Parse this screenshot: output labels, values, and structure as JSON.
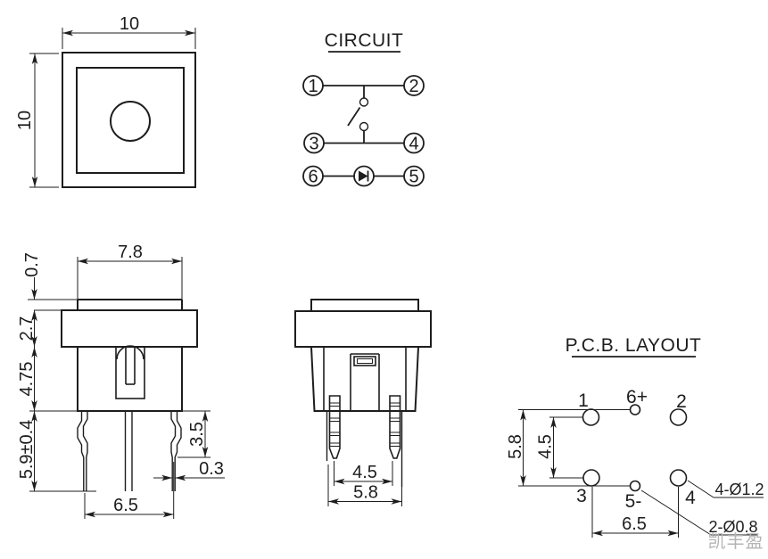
{
  "meta": {
    "background": "#ffffff",
    "line_color": "#1d1d1d",
    "watermark_color": "#b4b4b4"
  },
  "top_view": {
    "dim_width": "10",
    "dim_height": "10"
  },
  "circuit": {
    "title": "CIRCUIT",
    "t1": "1",
    "t2": "2",
    "t3": "3",
    "t4": "4",
    "t5": "5",
    "t6": "6"
  },
  "front_view": {
    "cap_width": "7.8",
    "cap_protrusion": "0.7",
    "flange_height": "2.7",
    "body_height": "4.75",
    "pin_length": "5.9±0.4",
    "bend_length": "3.5",
    "pin_thickness": "0.3",
    "pin_pitch": "6.5"
  },
  "side_view": {
    "pin_pitch": "4.5",
    "lead_span": "5.8"
  },
  "pcb": {
    "title": "P.C.B. LAYOUT",
    "p1": "1",
    "p2": "2",
    "p3": "3",
    "p4": "4",
    "p5": "5-",
    "p6": "6+",
    "span_v": "5.8",
    "pitch_v": "4.5",
    "pitch_h": "6.5",
    "note_large": "4-Ø1.2",
    "note_small": "2-Ø0.8"
  },
  "watermark": {
    "text": "凯丰盈"
  }
}
